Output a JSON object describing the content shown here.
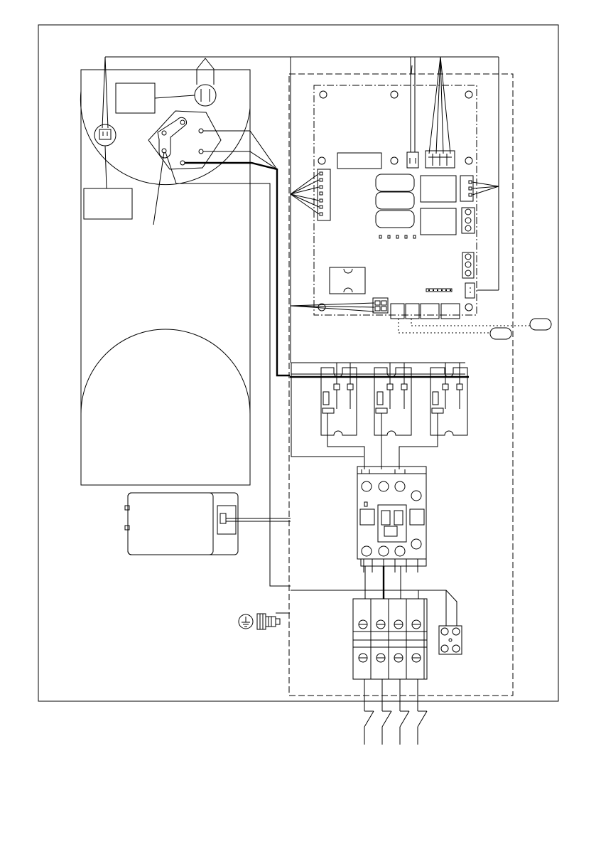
{
  "diagram": {
    "type": "electrical-wiring-diagram",
    "labels": [],
    "colors": {
      "line": "#000000",
      "background": "#ffffff"
    },
    "components": [
      "tank",
      "thermostat",
      "temperature-sensor",
      "control-board",
      "heating-element-relays",
      "main-contactor",
      "transformer",
      "terminal-block",
      "earth-terminal",
      "mains-supply"
    ]
  }
}
